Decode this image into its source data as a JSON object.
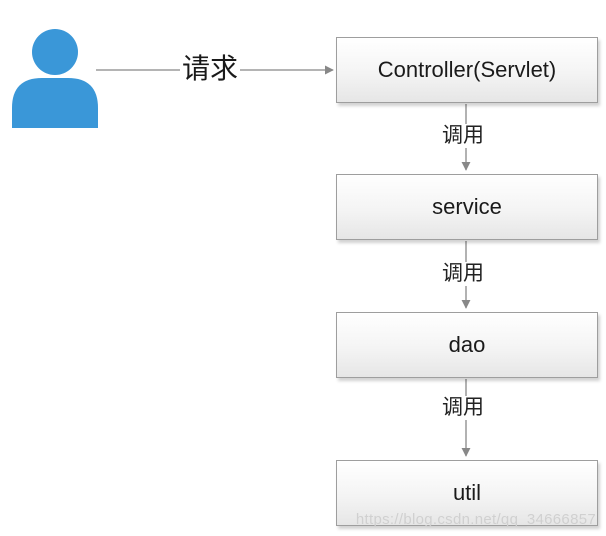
{
  "request_label": "请求",
  "nodes": {
    "controller": "Controller(Servlet)",
    "service": "service",
    "dao": "dao",
    "util": "util"
  },
  "edges": {
    "controller_service": "调用",
    "service_dao": "调用",
    "dao_util": "调用"
  },
  "watermark": "https://blog.csdn.net/qq_34666857",
  "colors": {
    "user_icon": "#3a97d8",
    "arrow": "#888888",
    "box_border": "#9e9e9e"
  }
}
